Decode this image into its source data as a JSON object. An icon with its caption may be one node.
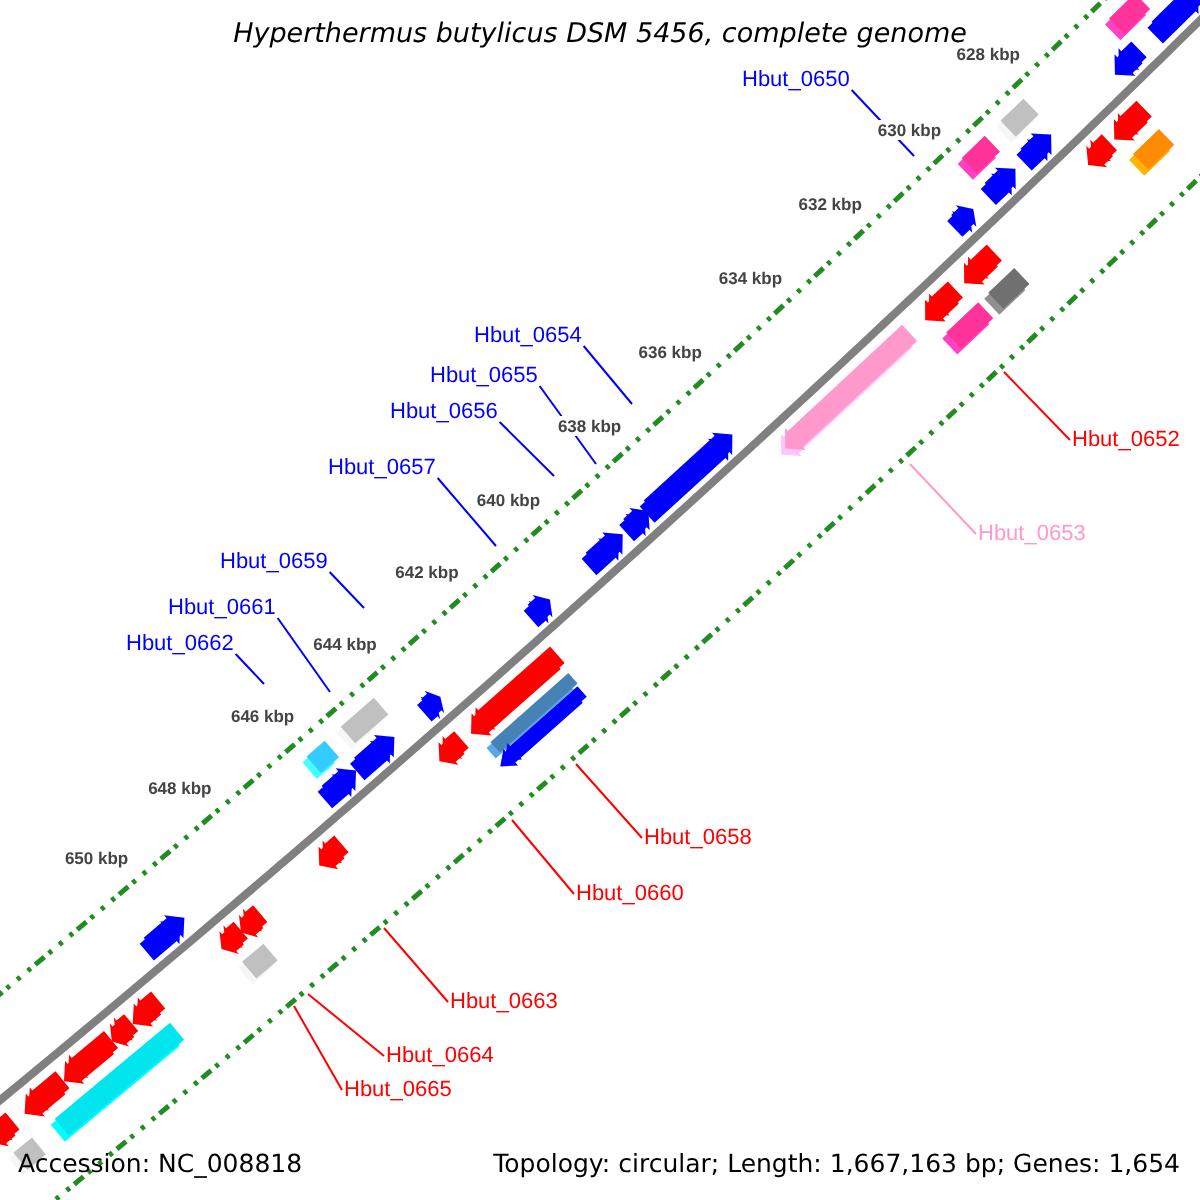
{
  "diagram": {
    "title": "Hyperthermus butylicus DSM 5456, complete genome",
    "nodes": [
      {
        "text": [
          "Hbut_0650"
        ]
      },
      {
        "text": [
          "Hbut_0654"
        ]
      },
      {
        "text": [
          "Hbut_0655"
        ]
      },
      {
        "text": [
          "Hbut_0656"
        ]
      },
      {
        "text": [
          "Hbut_0652"
        ]
      },
      {
        "text": [
          "Hbut_0657"
        ]
      },
      {
        "text": [
          "Hbut_0653"
        ]
      },
      {
        "text": [
          "Hbut_0659"
        ]
      },
      {
        "text": [
          "Hbut_0661"
        ]
      },
      {
        "text": [
          "Hbut_0662"
        ]
      },
      {
        "text": [
          "Hbut_0658"
        ]
      },
      {
        "text": [
          "Hbut_0660"
        ]
      },
      {
        "text": [
          "Hbut_0663"
        ]
      },
      {
        "text": [
          "Hbut_0664"
        ]
      },
      {
        "text": [
          "Hbut_0665"
        ]
      }
    ],
    "edges": [
      {
        "from": 0,
        "to": null,
        "arrow": "none"
      },
      {
        "from": 1,
        "to": null,
        "arrow": "none"
      },
      {
        "from": 2,
        "to": null,
        "arrow": "none"
      },
      {
        "from": 3,
        "to": null,
        "arrow": "none"
      },
      {
        "from": 4,
        "to": null,
        "arrow": "none",
        "color": "#ff0000"
      },
      {
        "from": 5,
        "to": null,
        "arrow": "none"
      },
      {
        "from": 6,
        "to": null,
        "arrow": "none",
        "color": "#ff99cc"
      },
      {
        "from": 7,
        "to": null,
        "arrow": "none"
      },
      {
        "from": 8,
        "to": null,
        "arrow": "none"
      },
      {
        "from": 9,
        "to": null,
        "arrow": "none"
      },
      {
        "from": 10,
        "to": null,
        "arrow": "none",
        "color": "#ff0000"
      },
      {
        "from": 11,
        "to": null,
        "arrow": "none",
        "color": "#ff0000"
      },
      {
        "from": 12,
        "to": null,
        "arrow": "none",
        "color": "#ff0000"
      },
      {
        "from": 13,
        "to": null,
        "arrow": "none",
        "color": "#ff0000"
      },
      {
        "from": 14,
        "to": null,
        "arrow": "none",
        "color": "#ff0000"
      }
    ],
    "labels": [
      "628 kbp",
      "630 kbp",
      "632 kbp",
      "634 kbp",
      "636 kbp",
      "638 kbp",
      "640 kbp",
      "642 kbp",
      "644 kbp",
      "646 kbp",
      "648 kbp",
      "650 kbp",
      "Accession: NC_008818",
      "Topology: circular; Length: 1,667,163 bp; Genes: 1,654"
    ]
  }
}
